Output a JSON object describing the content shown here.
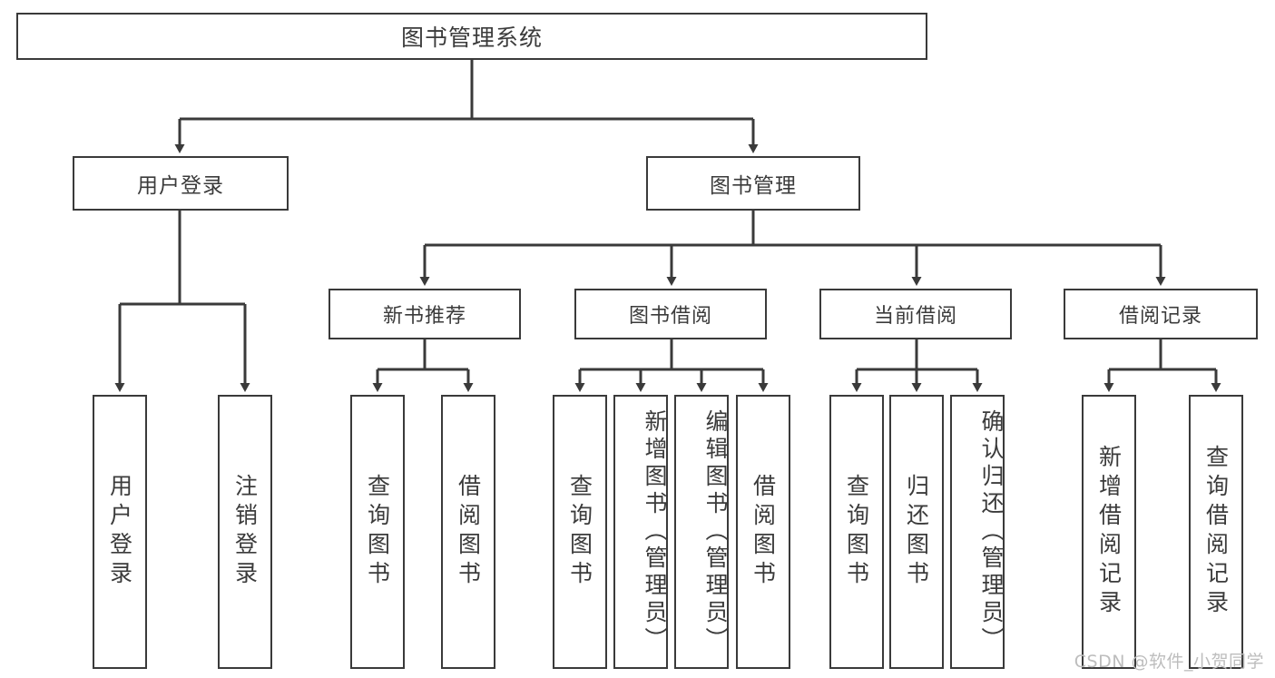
{
  "diagram": {
    "title": "图书管理系统",
    "type": "tree-hierarchy-diagram",
    "root": {
      "label": "图书管理系统"
    },
    "level1": [
      {
        "label": "用户登录"
      },
      {
        "label": "图书管理"
      }
    ],
    "level2": [
      {
        "label": "新书推荐"
      },
      {
        "label": "图书借阅"
      },
      {
        "label": "当前借阅"
      },
      {
        "label": "借阅记录"
      }
    ],
    "leaves": {
      "user_login": [
        {
          "label": "用户登录"
        },
        {
          "label": "注销登录"
        }
      ],
      "new_book_recommend": [
        {
          "label": "查询图书"
        },
        {
          "label": "借阅图书"
        }
      ],
      "book_borrow": [
        {
          "label": "查询图书"
        },
        {
          "label": "新增图书（管理员）"
        },
        {
          "label": "编辑图书（管理员）"
        },
        {
          "label": "借阅图书"
        }
      ],
      "current_borrow": [
        {
          "label": "查询图书"
        },
        {
          "label": "归还图书"
        },
        {
          "label": "确认归还（管理员）"
        }
      ],
      "borrow_record": [
        {
          "label": "新增借阅记录"
        },
        {
          "label": "查询借阅记录"
        }
      ]
    },
    "watermark": "CSDN @软件_小贺同学",
    "colors": {
      "line": "#3a3a3a",
      "box_border": "#3a3a3a",
      "box_fill": "#ffffff",
      "text": "#3b3b3b",
      "watermark": "#bdbdbd"
    }
  }
}
